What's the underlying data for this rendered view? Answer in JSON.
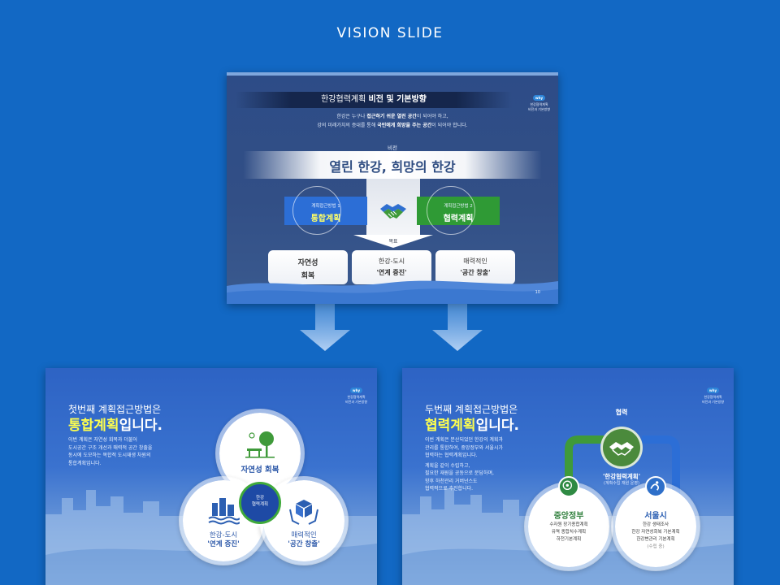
{
  "page": {
    "title": "VISION SLIDE"
  },
  "logo": {
    "badge": "why",
    "line1": "한강협력계획",
    "line2": "비전과 기본방향"
  },
  "top_slide": {
    "title_light": "한강협력계획 ",
    "title_bold": "비전 및 기본방향",
    "intro": {
      "l1_a": "한강은 누구나 ",
      "l1_b": "접근하기 쉬운 열린 공간",
      "l1_c": "이 되어야 하고,",
      "l2_a": "강의 미래가치의 증대를 통해 ",
      "l2_b": "국민에게 희망을 주는 공간",
      "l2_c": "이 되어야 합니다."
    },
    "vision_label": "비전",
    "vision": "열린 한강, 희망의 한강",
    "method1_sub": "계획접근방법 1",
    "method1_main": "통합계획",
    "method2_sub": "계획접근방법 2",
    "method2_main": "협력계획",
    "goal_label": "목표",
    "goals": [
      {
        "line1": "자연성",
        "line2": "회복"
      },
      {
        "line1": "한강-도시",
        "line2": "'연계 증진'"
      },
      {
        "line1": "매력적인",
        "line2": "'공간 창출'"
      }
    ],
    "page_number": "10"
  },
  "left_slide": {
    "heading1": "첫번째 계획접근방법은",
    "heading2_highlight": "통합계획",
    "heading2_rest": "입니다.",
    "body": [
      "이번 계획은 자연성 회복과 더불어",
      "도시공간 구조 개선과 매력적 공간 창출을",
      "동시에 도모하는 복합적 도시재생 차원의",
      "통합계획입니다."
    ],
    "venn_top": "자연성 회복",
    "venn_left_l1": "한강-도시",
    "venn_left_l2": "'연계 증진'",
    "venn_right_l1": "매력적인",
    "venn_right_l2": "'공간 창출'",
    "venn_center_l1": "한강",
    "venn_center_l2": "협력계획"
  },
  "right_slide": {
    "heading1": "두번째 계획접근방법은",
    "heading2_highlight": "협력계획",
    "heading2_rest": "입니다.",
    "body": [
      "이번 계획은 분산되었던 한강의 계획과",
      "관리를 통합하여, 중앙정부와 서울시가",
      "협력하는 협력계획입니다.",
      "계획을 같이 수립하고,",
      "필요한 재원을 공동으로 분담하며,",
      "향후 하천관리 거버넌스도",
      "협력적으로 추진합니다."
    ],
    "coop_label": "협력",
    "coop_main": "'한강협력계획'",
    "coop_sub": "(계획수립 재원 운영)",
    "gov_name": "중앙정부",
    "gov_items": [
      "수자원 장기종합계획",
      "유역 종합치수계획",
      "하천기본계획"
    ],
    "seoul_name": "서울시",
    "seoul_items": [
      "한강 생태조사",
      "한강 자연성회복 기본계획",
      "한강변관리 기본계획"
    ],
    "seoul_note": "(수립 중)"
  },
  "colors": {
    "background": "#1268c4",
    "method1": "#2c6ed6",
    "method2": "#2f9a35",
    "highlight": "#ffff4d"
  },
  "icons": [
    "handshake-icon",
    "down-arrow-icon",
    "tree-bench-icon",
    "city-water-icon",
    "hands-box-icon",
    "government-emblem-icon",
    "seoul-emblem-icon"
  ]
}
